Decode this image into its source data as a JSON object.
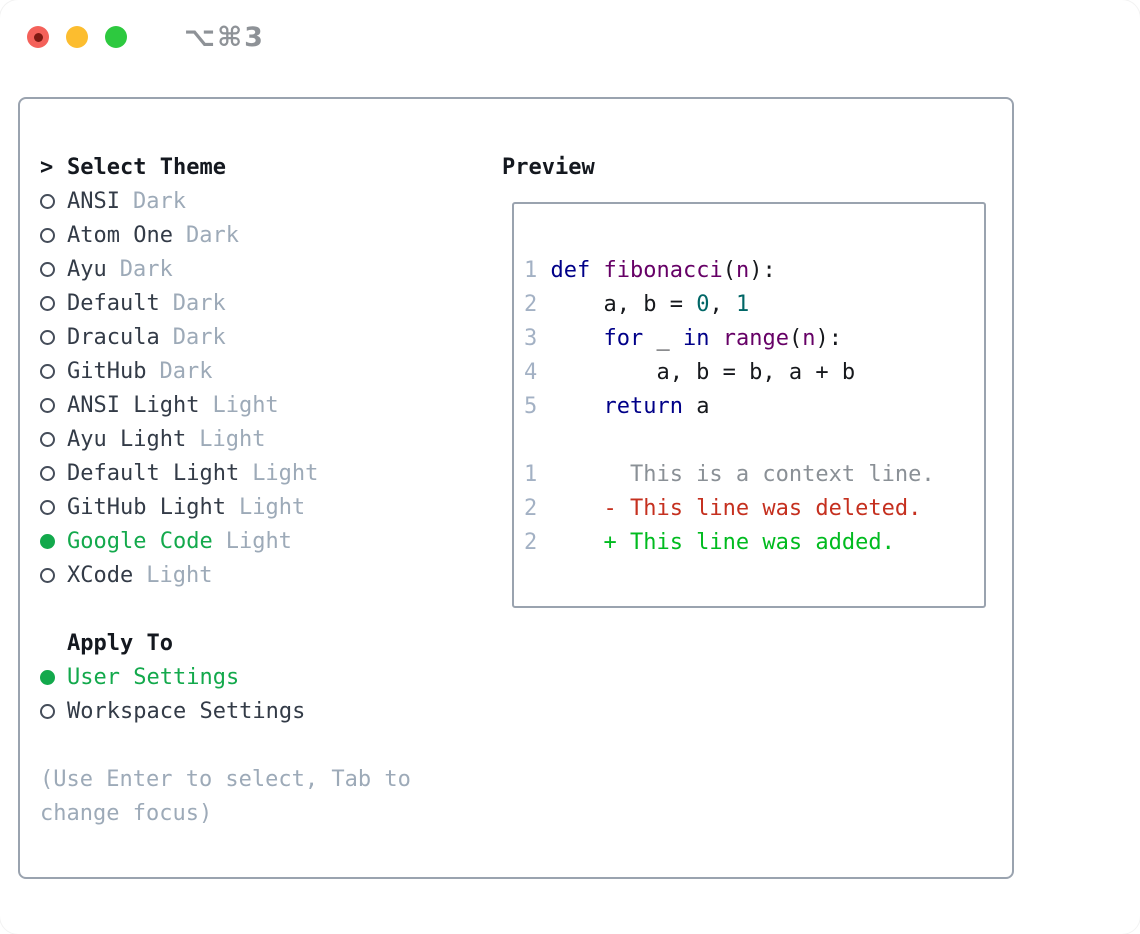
{
  "window": {
    "title": "⌥⌘3"
  },
  "colors": {
    "light_red": "#f4615a",
    "light_red_dot": "#7e1a13",
    "light_yellow": "#fcbd2f",
    "light_green": "#2dc93f",
    "title_gray": "#8e9297",
    "border_gray": "#9aa3af",
    "heading_dark": "#14181f",
    "text_dark": "#333b47",
    "muted_gray": "#9daab8",
    "circle_outline": "#454d5a",
    "accent_green": "#13a94c",
    "keyword_blue": "#000088",
    "function_purple": "#660066",
    "literal_teal": "#006666",
    "plain_code": "#16181c",
    "lineno_gray": "#a3b1c4",
    "context_gray": "#8a9096",
    "deleted_red": "#c5301f",
    "added_green": "#00bb1f"
  },
  "theme_list": {
    "header_prefix": ">",
    "header": "Select Theme",
    "items": [
      {
        "name": "ANSI",
        "tag": "Dark",
        "selected": false
      },
      {
        "name": "Atom One",
        "tag": "Dark",
        "selected": false
      },
      {
        "name": "Ayu",
        "tag": "Dark",
        "selected": false
      },
      {
        "name": "Default",
        "tag": "Dark",
        "selected": false
      },
      {
        "name": "Dracula",
        "tag": "Dark",
        "selected": false
      },
      {
        "name": "GitHub",
        "tag": "Dark",
        "selected": false
      },
      {
        "name": "ANSI Light",
        "tag": "Light",
        "selected": false
      },
      {
        "name": "Ayu Light",
        "tag": "Light",
        "selected": false
      },
      {
        "name": "Default Light",
        "tag": "Light",
        "selected": false
      },
      {
        "name": "GitHub Light",
        "tag": "Light",
        "selected": false
      },
      {
        "name": "Google Code",
        "tag": "Light",
        "selected": true
      },
      {
        "name": "XCode",
        "tag": "Light",
        "selected": false
      }
    ]
  },
  "apply_to": {
    "header": "Apply To",
    "options": [
      {
        "name": "User Settings",
        "selected": true
      },
      {
        "name": "Workspace Settings",
        "selected": false
      }
    ]
  },
  "hint_lines": [
    "(Use Enter to select, Tab to",
    "change focus)"
  ],
  "preview": {
    "title": "Preview",
    "code_lines": [
      {
        "num": "1",
        "tokens": [
          [
            "kw",
            "def"
          ],
          [
            "pl",
            " "
          ],
          [
            "fn",
            "fibonacci"
          ],
          [
            "pl",
            "("
          ],
          [
            "fn",
            "n"
          ],
          [
            "pl",
            "):"
          ]
        ]
      },
      {
        "num": "2",
        "tokens": [
          [
            "pl",
            "    a, b = "
          ],
          [
            "lit",
            "0"
          ],
          [
            "pl",
            ", "
          ],
          [
            "lit",
            "1"
          ]
        ]
      },
      {
        "num": "3",
        "tokens": [
          [
            "pl",
            "    "
          ],
          [
            "kw",
            "for"
          ],
          [
            "pl",
            " _ "
          ],
          [
            "kw",
            "in"
          ],
          [
            "pl",
            " "
          ],
          [
            "fn",
            "range"
          ],
          [
            "pl",
            "("
          ],
          [
            "fn",
            "n"
          ],
          [
            "pl",
            "):"
          ]
        ]
      },
      {
        "num": "4",
        "tokens": [
          [
            "pl",
            "        a, b = b, a + b"
          ]
        ]
      },
      {
        "num": "5",
        "tokens": [
          [
            "pl",
            "    "
          ],
          [
            "kw",
            "return"
          ],
          [
            "pl",
            " a"
          ]
        ]
      }
    ],
    "diff_lines": [
      {
        "num": "1",
        "kind": "context",
        "marker": "",
        "text": "This is a context line."
      },
      {
        "num": "2",
        "kind": "deleted",
        "marker": "-",
        "text": "This line was deleted."
      },
      {
        "num": "2",
        "kind": "added",
        "marker": "+",
        "text": "This line was added."
      }
    ]
  }
}
